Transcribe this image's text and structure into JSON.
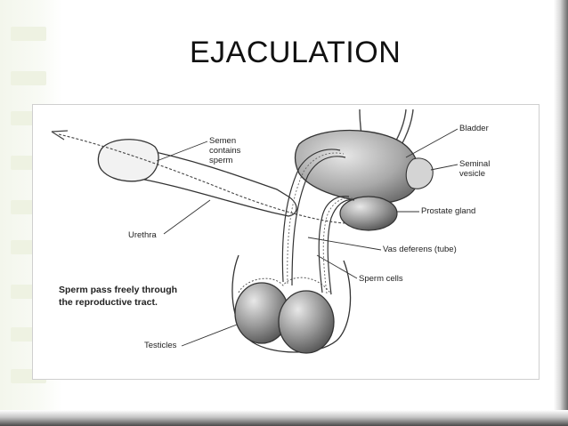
{
  "slide": {
    "title": "EJACULATION"
  },
  "diagram": {
    "labels": {
      "bladder": "Bladder",
      "seminal_vesicle_line1": "Seminal",
      "seminal_vesicle_line2": "vesicle",
      "prostate": "Prostate gland",
      "vas_deferens": "Vas deferens (tube)",
      "sperm_cells": "Sperm cells",
      "semen_line1": "Semen",
      "semen_line2": "contains",
      "semen_line3": "sperm",
      "urethra": "Urethra",
      "testicles": "Testicles"
    },
    "caption": {
      "line1": "Sperm pass freely through",
      "line2": "the reproductive tract."
    }
  }
}
